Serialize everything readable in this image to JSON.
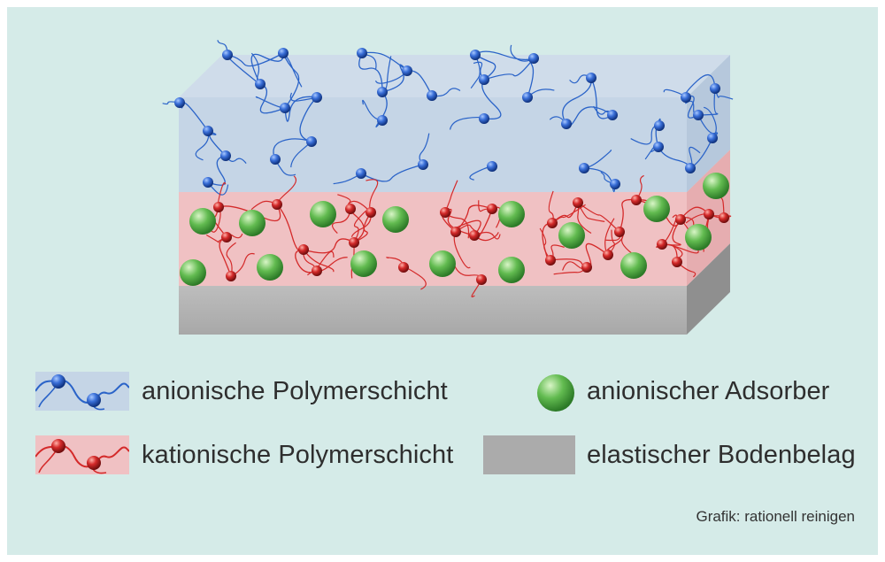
{
  "legend": {
    "anionic_layer": "anionische Polymerschicht",
    "cationic_layer": "kationische Polymerschicht",
    "adsorber": "anionischer Adsorber",
    "floor": "elastischer Bodenbelag"
  },
  "credit": "Grafik: rationell reinigen",
  "colors": {
    "background": "#d5ebe8",
    "anionic_layer": "#c7d8e8",
    "anionic_polymer": "#2a63c8",
    "cationic_layer": "#f0c1c3",
    "cationic_polymer": "#d42a2a",
    "adsorber": "#4fae43",
    "floor": "#b3b3b3"
  },
  "icons": {
    "anionic": "blue-polymer-chain-icon",
    "cationic": "red-polymer-chain-icon",
    "adsorber": "green-sphere-icon",
    "floor": "gray-slab-icon"
  }
}
